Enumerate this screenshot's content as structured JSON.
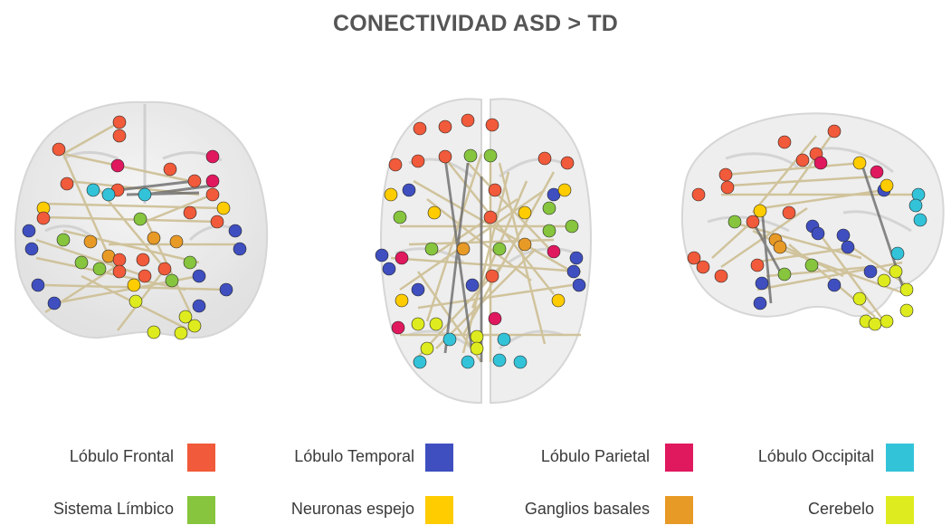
{
  "title": "CONECTIVIDAD ASD > TD",
  "views": [
    {
      "name": "coronal"
    },
    {
      "name": "axial"
    },
    {
      "name": "sagittal"
    }
  ],
  "legend": [
    {
      "label": "Lóbulo Frontal",
      "color": "#F15A3A"
    },
    {
      "label": "Lóbulo Temporal",
      "color": "#3F4FC0"
    },
    {
      "label": "Lóbulo Parietal",
      "color": "#E0185E"
    },
    {
      "label": "Lóbulo Occipital",
      "color": "#33C3D9"
    },
    {
      "label": "Sistema Límbico",
      "color": "#86C53D"
    },
    {
      "label": "Neuronas espejo",
      "color": "#FFCC00"
    },
    {
      "label": "Ganglios basales",
      "color": "#E89A26"
    },
    {
      "label": "Cerebelo",
      "color": "#DEEB1E"
    }
  ]
}
